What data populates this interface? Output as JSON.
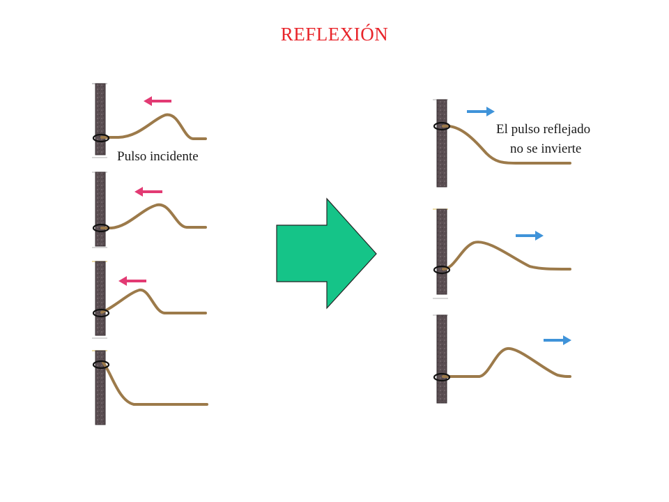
{
  "title": "REFLEXIÓN",
  "colors": {
    "title": "#e8242a",
    "pole": "#5a4e52",
    "pole_edge": "#3a3034",
    "rope": "#9c7a4a",
    "incident_arrow": "#e23a73",
    "reflected_arrow": "#3f93d9",
    "big_arrow_fill": "#15c488",
    "big_arrow_stroke": "#222222",
    "ring": "#111111"
  },
  "labels": {
    "incident": "Pulso incidente",
    "reflected_line1": "El pulso reflejado",
    "reflected_line2": "no se invierte"
  }
}
